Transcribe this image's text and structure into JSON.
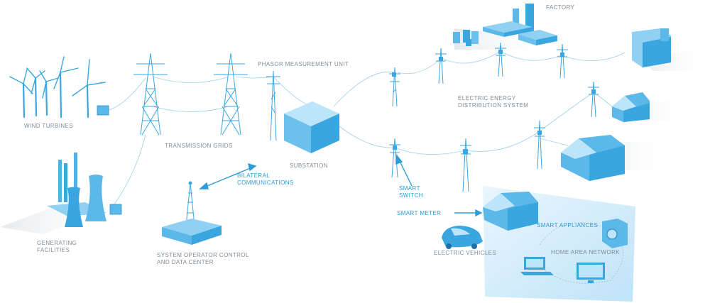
{
  "labels": {
    "factory": "FACTORY",
    "phasor_measurement_unit": "PHASOR MEASUREMENT UNIT",
    "wind_turbines": "WIND TURBINES",
    "transmission_grids": "TRANSMISSION GRIDS",
    "distribution_system_line1": "ELECTRIC ENERGY",
    "distribution_system_line2": "DISTRIBUTION SYSTEM",
    "substation": "SUBSTATION",
    "bilateral_line1": "BILATERAL",
    "bilateral_line2": "COMMUNICATIONS",
    "smart_switch_line1": "SMART",
    "smart_switch_line2": "SWITCH",
    "generating_line1": "GENERATING",
    "generating_line2": "FACILITIES",
    "smart_meter": "SMART METER",
    "smart_appliances": "SMART APPLIANCES",
    "home_area_network": "HOME AREA NETWORK",
    "operator_line1": "SYSTEM OPERATOR CONTROL",
    "operator_line2": "AND DATA CENTER",
    "electric_vehicles": "ELECTRIC VEHICLES"
  },
  "colors": {
    "accent_label": "#2e9bd9",
    "gray_label": "#7f8b95",
    "structure_blue": "#3aa6e0",
    "structure_light": "#8fd0f3",
    "home_area_panel": "#d2ecfa",
    "wire": "#9ccfee"
  },
  "icons": [
    "wind-turbine-icon",
    "transmission-tower-icon",
    "substation-cube-icon",
    "factory-icon",
    "house-icon",
    "utility-pole-icon",
    "cooling-tower-icon",
    "data-center-icon",
    "electric-car-icon",
    "washing-machine-icon",
    "laptop-icon",
    "tv-icon",
    "arrow-icon"
  ]
}
